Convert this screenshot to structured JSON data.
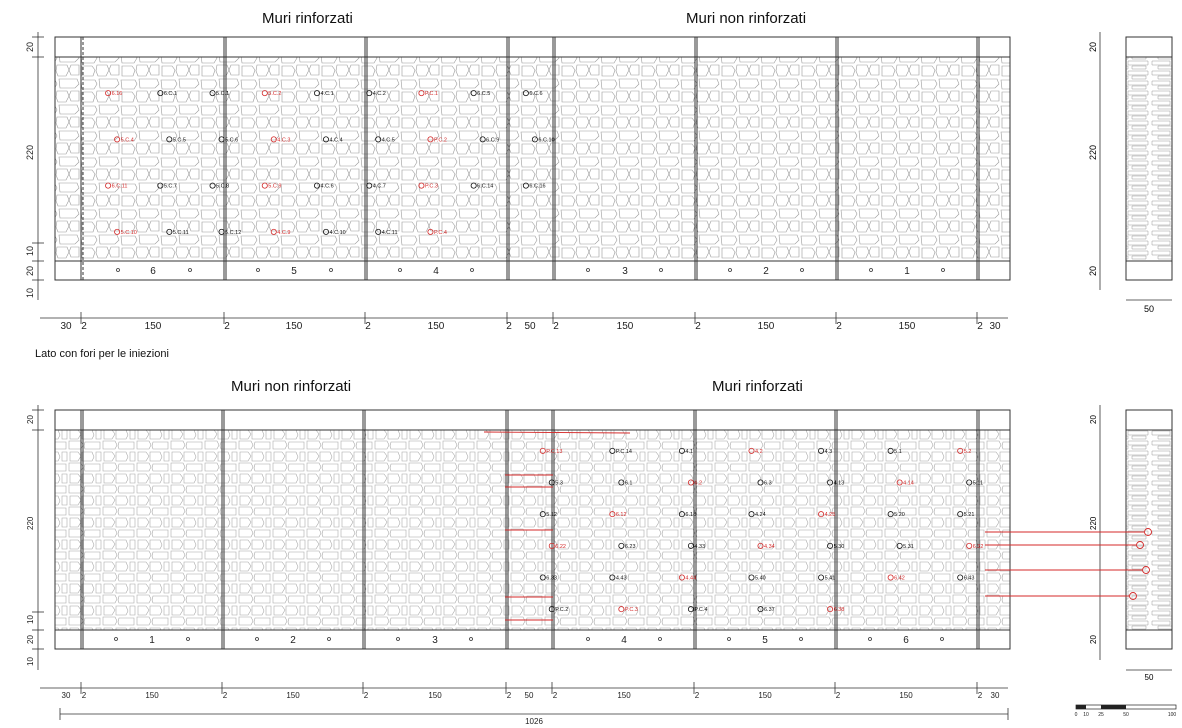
{
  "top": {
    "title_left": "Muri rinforzati",
    "title_right": "Muri non rinforzati",
    "bays": [
      "6",
      "5",
      "4",
      "3",
      "2",
      "1"
    ],
    "dims_bottom": [
      "30",
      "2",
      "150",
      "2",
      "150",
      "2",
      "150",
      "2",
      "50",
      "2",
      "150",
      "2",
      "150",
      "2",
      "150",
      "2",
      "30"
    ],
    "dims_left": [
      "20",
      "220",
      "10",
      "20",
      "10"
    ]
  },
  "caption": "Lato con fori per le iniezioni",
  "bottom": {
    "title_left": "Muri non rinforzati",
    "title_right": "Muri rinforzati",
    "bays": [
      "1",
      "2",
      "3",
      "4",
      "5",
      "6"
    ],
    "dims_bottom": [
      "30",
      "2",
      "150",
      "2",
      "150",
      "2",
      "150",
      "2",
      "50",
      "2",
      "150",
      "2",
      "150",
      "2",
      "150",
      "2",
      "30"
    ],
    "total_length": "1026",
    "dims_left": [
      "20",
      "220",
      "10",
      "20",
      "10"
    ]
  },
  "section_view": {
    "dims_left": [
      "20",
      "220",
      "20"
    ],
    "width": "50"
  },
  "labels_top": [
    "6.16",
    "6.C.1",
    "5.C.1",
    "5.C.2",
    "4.C.1",
    "4.C.2",
    "P.C.1",
    "6.C.5",
    "6.C.6",
    "5.C.4",
    "5.C.5",
    "5.C.6",
    "4.C.3",
    "4.C.4",
    "4.C.5",
    "P.C.2",
    "6.C.9",
    "6.C.10",
    "6.C.11",
    "5.C.7",
    "5.C.8",
    "5.C.9",
    "4.C.6",
    "4.C.7",
    "P.C.3",
    "6.C.14",
    "6.C.16",
    "5.C.10",
    "5.C.11",
    "5.C.12",
    "4.C.9",
    "4.C.10",
    "4.C.11",
    "P.C.4"
  ],
  "labels_bottom": [
    "P.C.13",
    "P.C.14",
    "4.1",
    "4.2",
    "4.3",
    "5.1",
    "5.2",
    "5.3",
    "6.1",
    "6.2",
    "6.3",
    "4.13",
    "4.14",
    "5.11",
    "5.12",
    "6.12",
    "6.13",
    "4.24",
    "4.25",
    "5.20",
    "5.21",
    "6.22",
    "6.23",
    "4.33",
    "4.34",
    "5.30",
    "5.31",
    "6.32",
    "6.33",
    "4.43",
    "4.44",
    "5.40",
    "5.41",
    "6.42",
    "6.43",
    "P.C.2",
    "P.C.3",
    "P.C.4",
    "6.37",
    "6.38"
  ],
  "scale_bar": {
    "ticks": [
      "0",
      "10",
      "25",
      "50",
      "100"
    ]
  },
  "colors": {
    "line": "#333333",
    "stone": "#9a9a9a",
    "annotation": "#d42a2a"
  }
}
